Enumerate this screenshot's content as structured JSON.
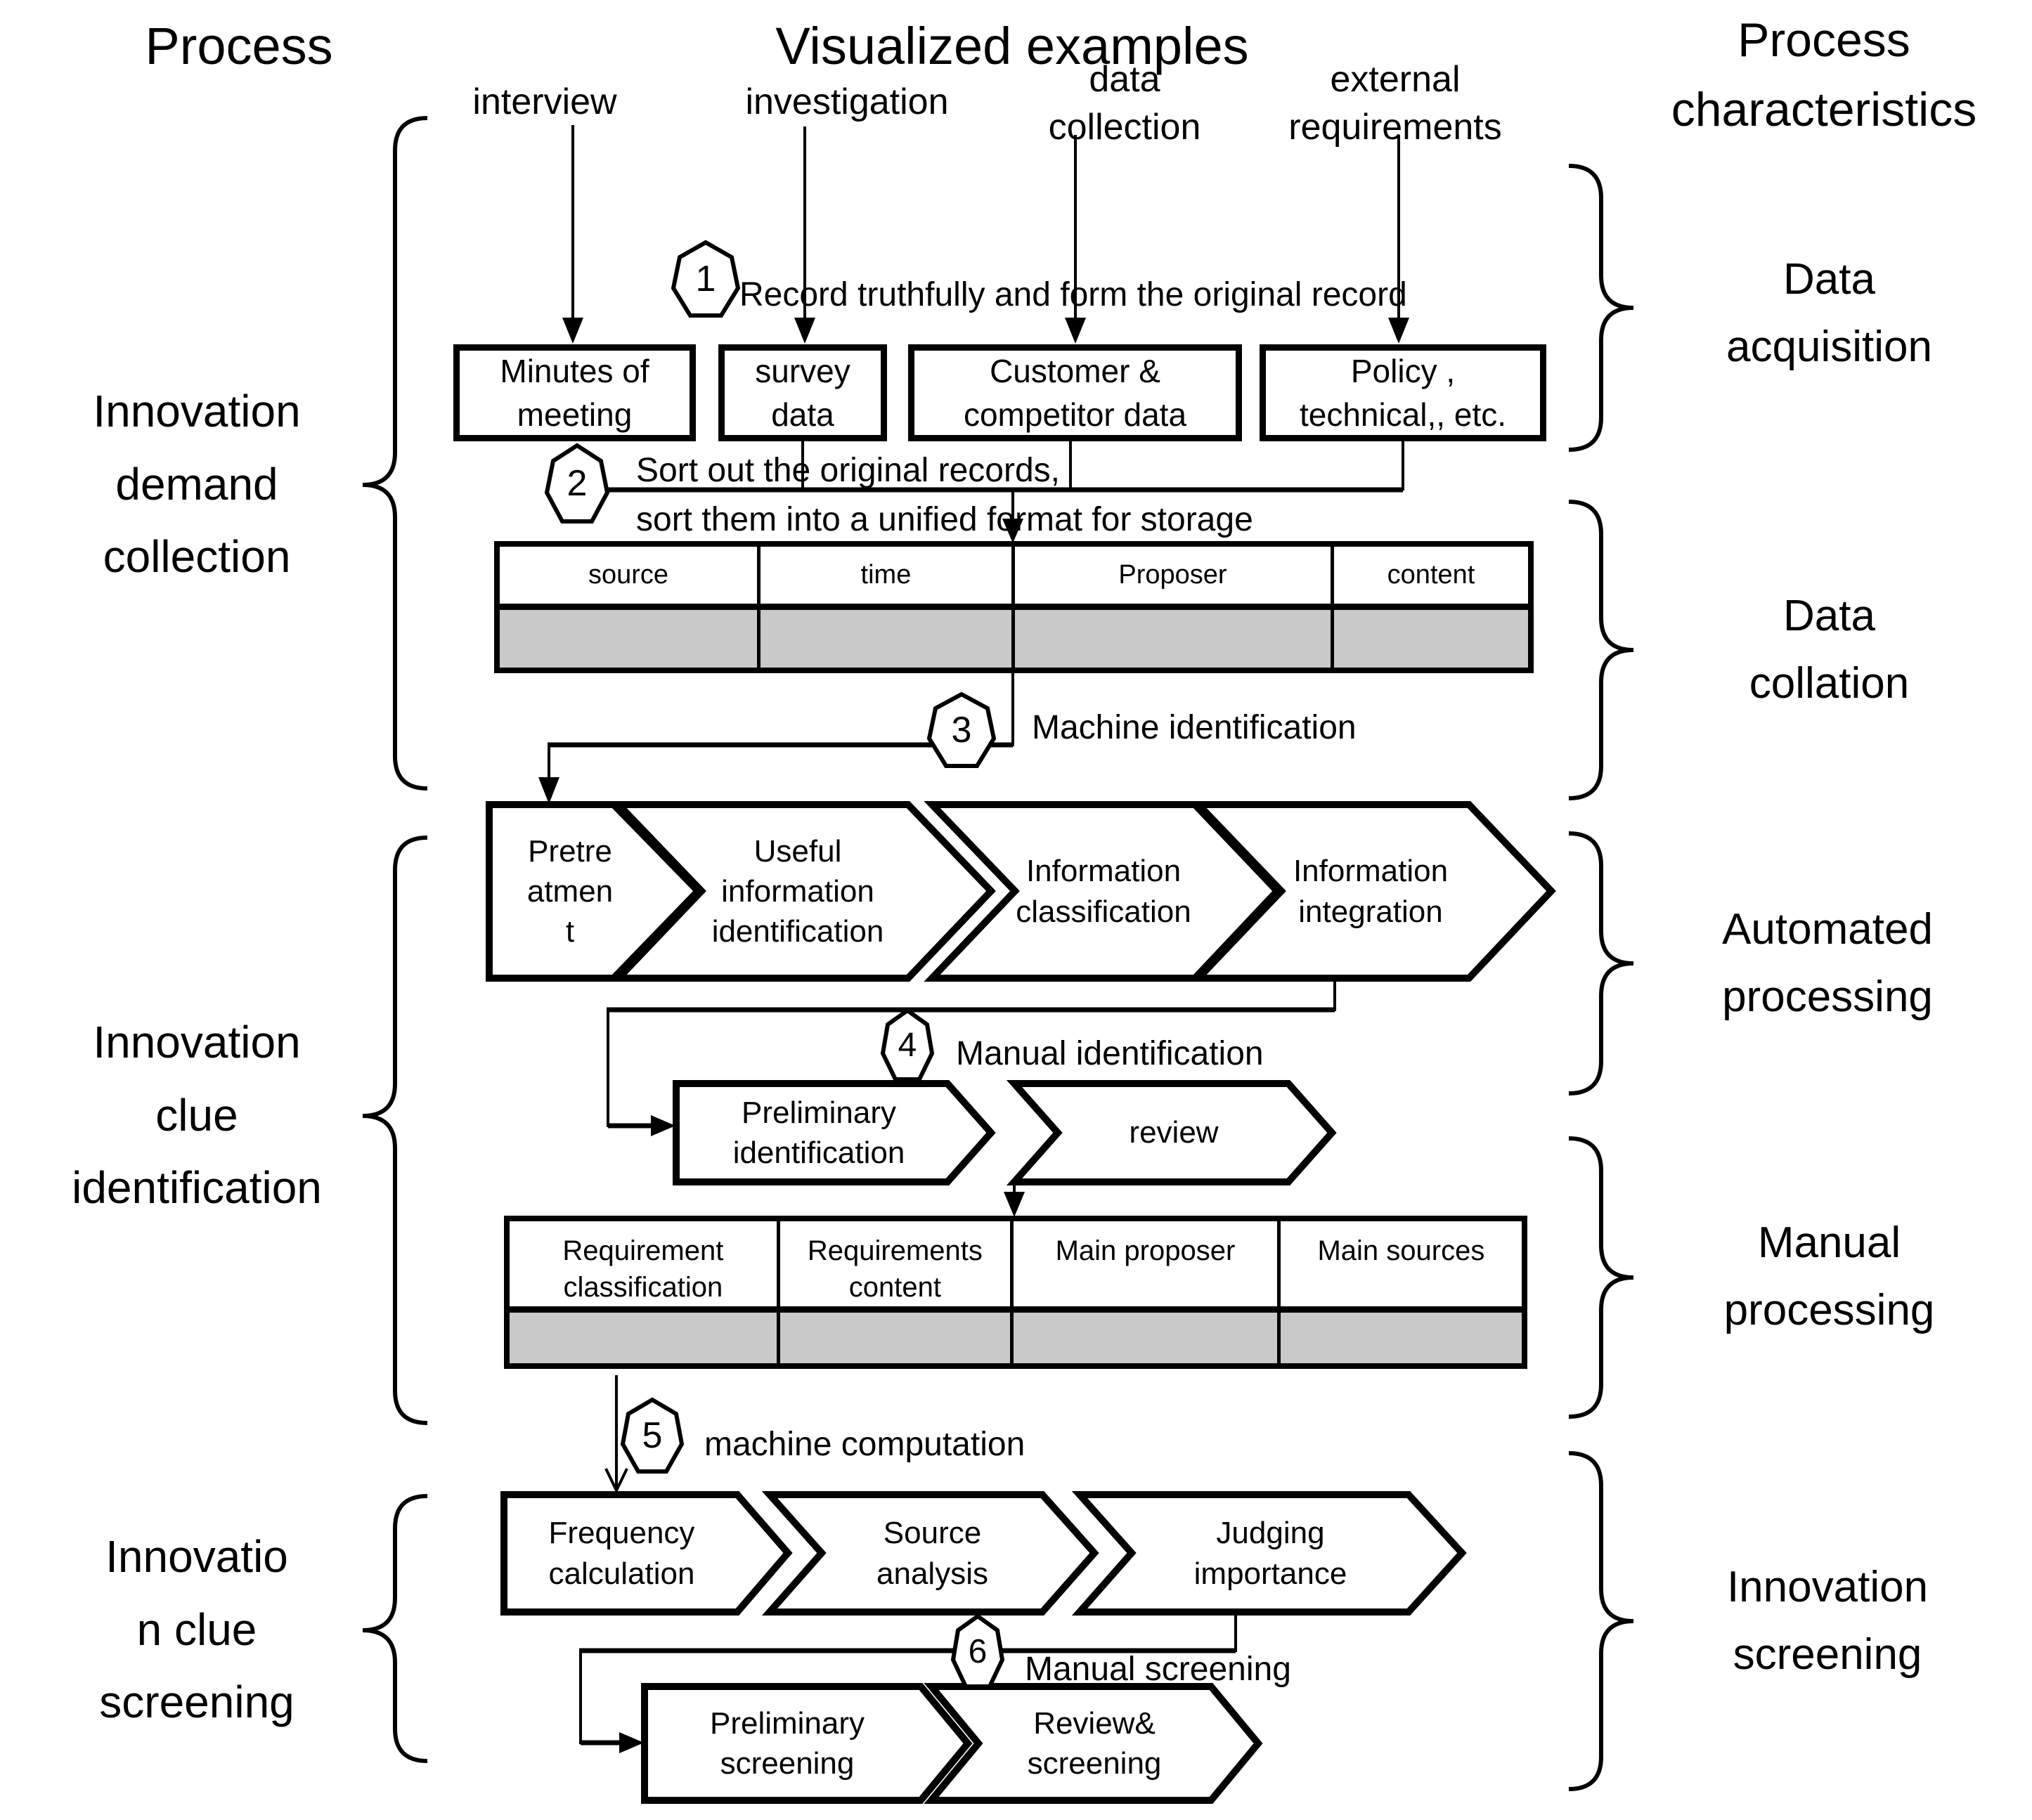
{
  "columns": {
    "process": "Process",
    "examples": "Visualized examples",
    "characteristics": "Process\ncharacteristics"
  },
  "process_stages": [
    {
      "label": "Innovation\ndemand\ncollection"
    },
    {
      "label": "Innovation\nclue\nidentification"
    },
    {
      "label": "Innovatio\nn clue\nscreening"
    }
  ],
  "characteristics": [
    {
      "label": "Data\nacquisition"
    },
    {
      "label": "Data\ncollation"
    },
    {
      "label": "Automated\nprocessing"
    },
    {
      "label": "Manual\nprocessing"
    },
    {
      "label": "Innovation\nscreening"
    }
  ],
  "sources": [
    {
      "label": "interview"
    },
    {
      "label": "investigation"
    },
    {
      "label": "data\ncollection"
    },
    {
      "label": "external\nrequirements"
    }
  ],
  "steps": [
    {
      "num": "1",
      "text": "Record truthfully and form the original record"
    },
    {
      "num": "2",
      "text": "Sort out the original records,",
      "text2": "sort them into a unified format for storage"
    },
    {
      "num": "3",
      "text": "Machine identification"
    },
    {
      "num": "4",
      "text": "Manual identification"
    },
    {
      "num": "5",
      "text": "machine computation"
    },
    {
      "num": "6",
      "text": "Manual screening"
    }
  ],
  "record_boxes": [
    {
      "label": "Minutes of\nmeeting"
    },
    {
      "label": "survey\ndata"
    },
    {
      "label": "Customer &\ncompetitor data"
    },
    {
      "label": "Policy ,\ntechnical,, etc."
    }
  ],
  "table1": {
    "headers": [
      "source",
      "time",
      "Proposer",
      "content"
    ],
    "rows": [
      [
        "",
        "",
        "",
        ""
      ]
    ]
  },
  "auto_chevrons": [
    {
      "label": "Pretre\natmen\nt"
    },
    {
      "label": "Useful\ninformation\nidentification"
    },
    {
      "label": "Information\nclassification"
    },
    {
      "label": "Information\nintegration"
    }
  ],
  "manual_chevrons": [
    {
      "label": "Preliminary\nidentification"
    },
    {
      "label": "review"
    }
  ],
  "table2": {
    "headers": [
      "Requirement\nclassification",
      "Requirements\ncontent",
      "Main proposer",
      "Main sources"
    ],
    "rows": [
      [
        "",
        "",
        "",
        ""
      ]
    ]
  },
  "screening_chevrons": [
    {
      "label": "Frequency\ncalculation"
    },
    {
      "label": "Source\nanalysis"
    },
    {
      "label": "Judging\nimportance"
    }
  ],
  "final_chevrons": [
    {
      "label": "Preliminary\nscreening"
    },
    {
      "label": "Review&\nscreening"
    }
  ],
  "colors": {
    "ink": "#000000",
    "row_fill": "#c9c9c9",
    "background": "#ffffff"
  }
}
